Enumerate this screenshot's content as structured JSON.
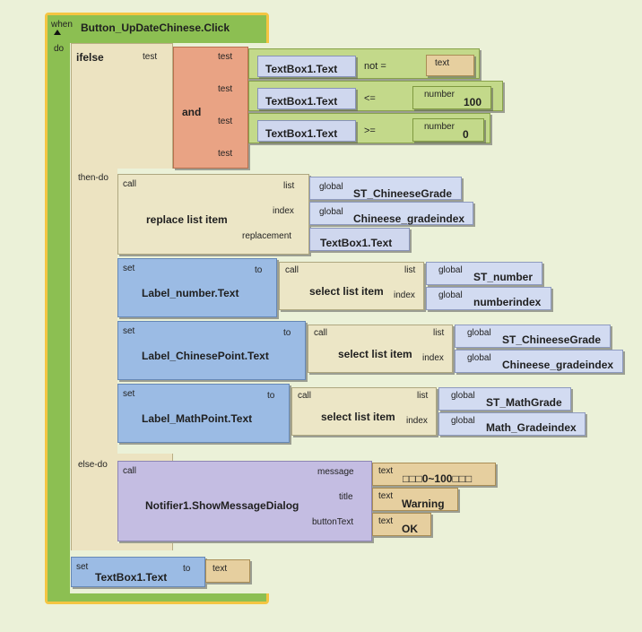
{
  "event": {
    "when_label": "when",
    "event_name": "Button_UpDateChinese.Click",
    "do_label": "do"
  },
  "ifelse": {
    "label": "ifelse",
    "test_label": "test",
    "then_label": "then-do",
    "else_label": "else-do"
  },
  "and_block": {
    "label": "and",
    "test_label": "test"
  },
  "conditions": [
    {
      "left": "TextBox1.Text",
      "op": "not =",
      "right_type": "text",
      "right_value": ""
    },
    {
      "left": "TextBox1.Text",
      "op": "<=",
      "right_type": "number",
      "right_value": "100"
    },
    {
      "left": "TextBox1.Text",
      "op": ">=",
      "right_type": "number",
      "right_value": "0"
    }
  ],
  "replace": {
    "call_label": "call",
    "name": "replace list item",
    "list_label": "list",
    "index_label": "index",
    "replacement_label": "replacement",
    "global_label": "global",
    "list_var": "ST_ChineeseGrade",
    "index_var": "Chineese_gradeindex",
    "replacement_value": "TextBox1.Text"
  },
  "setters": [
    {
      "set_label": "set",
      "target": "Label_number.Text",
      "to_label": "to",
      "call_label": "call",
      "func": "select list item",
      "list_label": "list",
      "index_label": "index",
      "global_label": "global",
      "list_var": "ST_number",
      "index_var": "numberindex"
    },
    {
      "set_label": "set",
      "target": "Label_ChinesePoint.Text",
      "to_label": "to",
      "call_label": "call",
      "func": "select list item",
      "list_label": "list",
      "index_label": "index",
      "global_label": "global",
      "list_var": "ST_ChineeseGrade",
      "index_var": "Chineese_gradeindex"
    },
    {
      "set_label": "set",
      "target": "Label_MathPoint.Text",
      "to_label": "to",
      "call_label": "call",
      "func": "select list item",
      "list_label": "list",
      "index_label": "index",
      "global_label": "global",
      "list_var": "ST_MathGrade",
      "index_var": "Math_Gradeindex"
    }
  ],
  "notifier": {
    "call_label": "call",
    "name": "Notifier1.ShowMessageDialog",
    "message_label": "message",
    "title_label": "title",
    "button_label": "buttonText",
    "text_label": "text",
    "message_value": "□□□0~100□□□",
    "title_value": "Warning",
    "button_value": "OK"
  },
  "final_set": {
    "set_label": "set",
    "target": "TextBox1.Text",
    "to_label": "to",
    "text_label": "text",
    "value": ""
  },
  "colors": {
    "background": "#ebf1d8",
    "control": "#8cbf52",
    "ifelse": "#ece3c1",
    "and": "#e9a384",
    "component_getter": "#cfd7ee",
    "setter": "#9bbbe4",
    "text": "#e6cf9f",
    "number": "#c3d98a",
    "notifier": "#c4bde2",
    "selected_outline": "#f0c040"
  }
}
